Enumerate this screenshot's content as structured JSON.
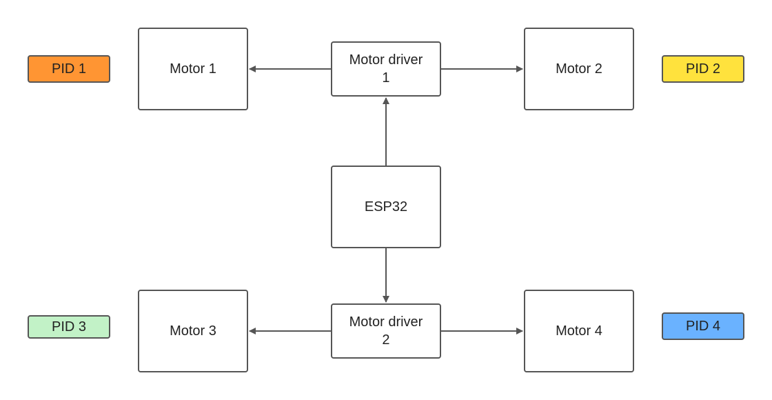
{
  "nodes": {
    "motor1": "Motor 1",
    "motor2": "Motor 2",
    "motor3": "Motor 3",
    "motor4": "Motor 4",
    "driver1": "Motor driver\n1",
    "driver2": "Motor driver\n2",
    "esp32": "ESP32"
  },
  "pids": [
    {
      "label": "PID 1",
      "color": "#FF9533"
    },
    {
      "label": "PID 2",
      "color": "#FFE23D"
    },
    {
      "label": "PID 3",
      "color": "#C2F2C7"
    },
    {
      "label": "PID 4",
      "color": "#6AB2FF"
    }
  ],
  "colors": {
    "stroke": "#555555",
    "arrow": "#555555"
  }
}
